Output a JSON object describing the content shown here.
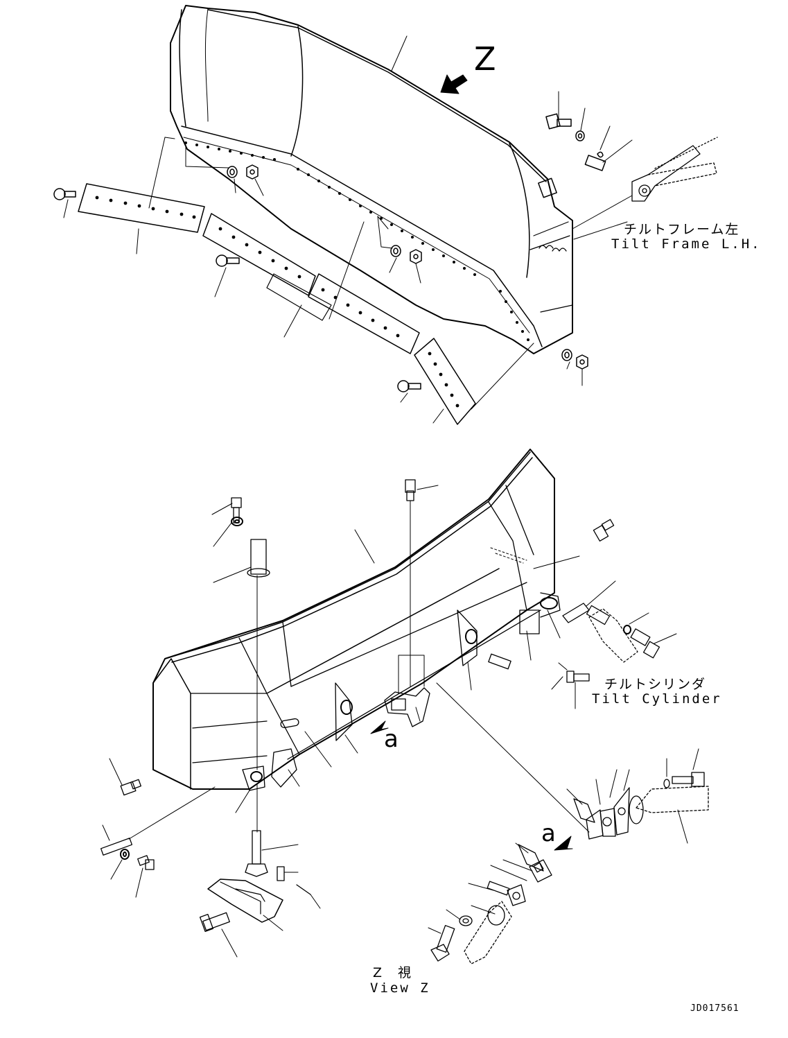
{
  "labels": {
    "view_letter": "Z",
    "tilt_frame_jp": "チルトフレーム左",
    "tilt_frame_en": "Tilt Frame L.H.",
    "tilt_cylinder_jp": "チルトシリンダ",
    "tilt_cylinder_en": "Tilt Cylinder",
    "ref_a_main": "a",
    "ref_a_detail": "a",
    "view_z_jp": "Z　視",
    "view_z_en": "View Z",
    "drawing_number": "JD017561"
  }
}
